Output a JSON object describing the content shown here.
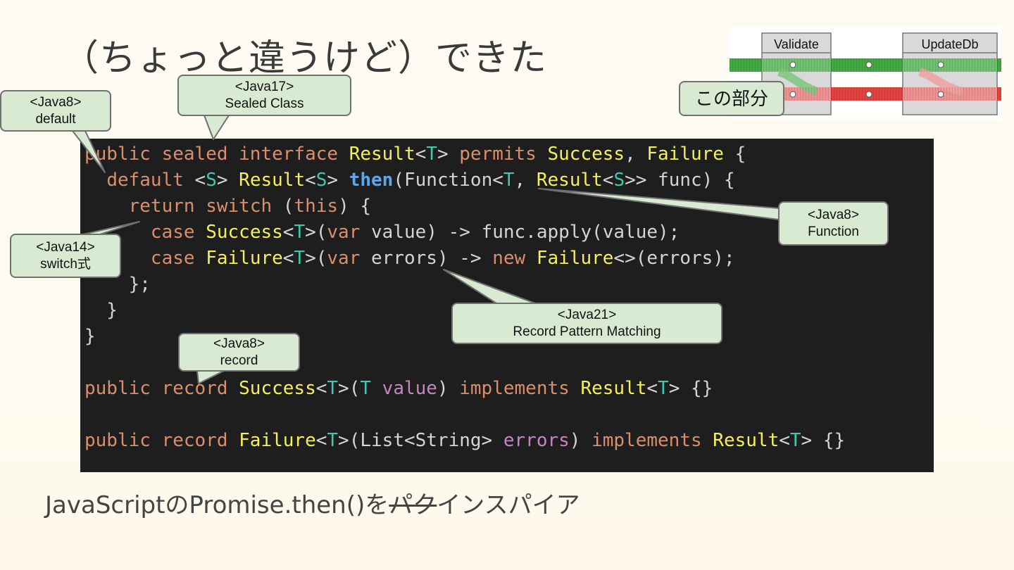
{
  "slide": {
    "title": "（ちょっと違うけど）できた"
  },
  "diagram": {
    "box_left": "Validate",
    "box_right": "UpdateDb",
    "callout": "この部分",
    "success_color": "#1f9a1f",
    "failure_color": "#e02020"
  },
  "callouts": {
    "default": {
      "version": "<Java8>",
      "feature": "default"
    },
    "sealed": {
      "version": "<Java17>",
      "feature": "Sealed Class"
    },
    "switch_expr": {
      "version": "<Java14>",
      "feature": "switch式"
    },
    "function": {
      "version": "<Java8>",
      "feature": "Function"
    },
    "record_pattern": {
      "version": "<Java21>",
      "feature": "Record Pattern Matching"
    },
    "record": {
      "version": "<Java8>",
      "feature": "record"
    }
  },
  "code": {
    "kw_public": "public",
    "kw_sealed": "sealed",
    "kw_interface": "interface",
    "kw_permits": "permits",
    "kw_default": "default",
    "kw_return": "return",
    "kw_switch": "switch",
    "kw_this": "this",
    "kw_case": "case",
    "kw_var": "var",
    "kw_new": "new",
    "kw_record": "record",
    "kw_implements": "implements",
    "type_result": "Result",
    "type_success": "Success",
    "type_failure": "Failure",
    "tp_T": "T",
    "tp_S": "S",
    "method_then": "then",
    "ident_value": "value",
    "ident_errors": "errors",
    "fragments": {
      "lt": "<",
      "gt": ">",
      "gt_sp": "> ",
      "comma_sp": ", ",
      "open_brace": " {",
      "close_brace": "}",
      "indent1": "  ",
      "indent2": "    ",
      "indent3": "      ",
      "function_open": "(Function<",
      "func_close": ">> func) {",
      "paren_open": "(",
      "paren_sp": " (",
      "paren_close_brace": ") {",
      "value_close": " value) -> func.apply(value);",
      "errors_arrow": " errors) -> ",
      "diamond": "<>(errors);",
      "end_switch": "    };",
      "close1": "  }",
      "empty_braces": "> {}",
      "list_string": "(List<String> ",
      "paren_close": ") ",
      "sp_value": " value"
    }
  },
  "footer": {
    "prefix": "JavaScriptのPromise.then()を",
    "struck": "パク",
    "suffix": "インスパイア"
  }
}
